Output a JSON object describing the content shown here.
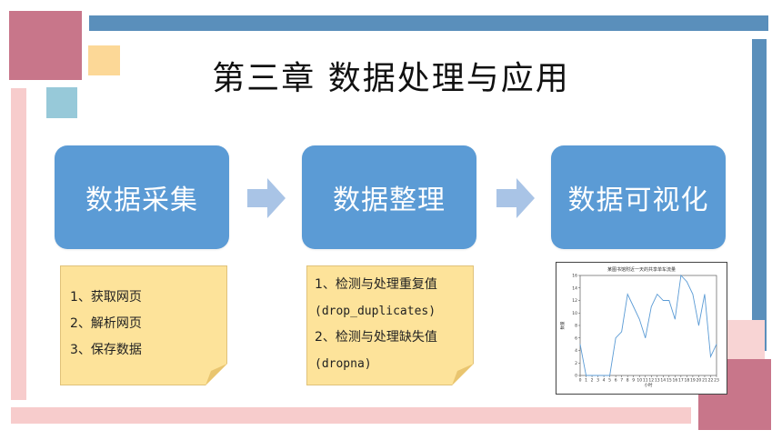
{
  "slide": {
    "title": "第三章  数据处理与应用",
    "steps": [
      {
        "label": "数据采集"
      },
      {
        "label": "数据整理"
      },
      {
        "label": "数据可视化"
      }
    ],
    "notes": [
      {
        "lines": [
          "1、获取网页",
          "2、解析网页",
          "3、保存数据"
        ]
      },
      {
        "lines": [
          "1、检测与处理重复值",
          "(drop_duplicates)",
          "2、检测与处理缺失值",
          "(dropna)"
        ]
      }
    ]
  },
  "colors": {
    "step_fill": "#5b9bd5",
    "note_fill": "#fde39a",
    "arrow_fill": "#a9c4e6",
    "accent_rose": "#c8768a",
    "accent_blue": "#5a8fbb",
    "accent_pink": "#f7cccc",
    "series_line": "#5b9bd5"
  },
  "chart_data": {
    "type": "line",
    "title": "某图书馆附近一天的共享单车流量",
    "xlabel": "小时",
    "ylabel": "数量",
    "x": [
      0,
      1,
      2,
      3,
      4,
      5,
      6,
      7,
      8,
      9,
      10,
      11,
      12,
      13,
      14,
      15,
      16,
      17,
      18,
      19,
      20,
      21,
      22,
      23
    ],
    "series": [
      {
        "values": [
          5,
          0,
          0,
          0,
          0,
          0,
          6,
          7,
          13,
          11,
          9,
          6,
          11,
          13,
          12,
          12,
          9,
          16,
          15,
          13,
          8,
          13,
          3,
          5
        ]
      }
    ],
    "xlim": [
      0,
      23
    ],
    "ylim": [
      0,
      16
    ],
    "yticks": [
      0,
      2,
      4,
      6,
      8,
      10,
      12,
      14,
      16
    ],
    "grid": false
  }
}
